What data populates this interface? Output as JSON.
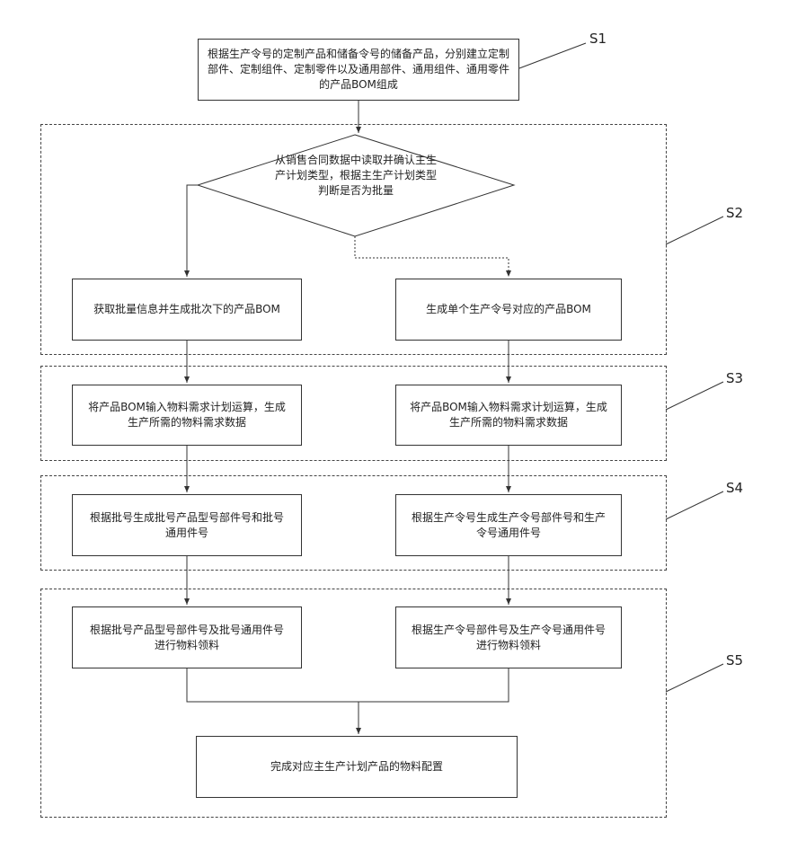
{
  "steps": {
    "s1": {
      "label": "S1",
      "text": "根据生产令号的定制产品和储备令号的储备产品，分别建立定制部件、定制组件、定制零件以及通用部件、通用组件、通用零件的产品BOM组成"
    },
    "s2": {
      "label": "S2",
      "decision": "从销售合同数据中读取并确认主生产计划类型，根据主生产计划类型判断是否为批量",
      "left": "获取批量信息并生成批次下的产品BOM",
      "right": "生成单个生产令号对应的产品BOM"
    },
    "s3": {
      "label": "S3",
      "left": "将产品BOM输入物料需求计划运算，生成生产所需的物料需求数据",
      "right": "将产品BOM输入物料需求计划运算，生成生产所需的物料需求数据"
    },
    "s4": {
      "label": "S4",
      "left": "根据批号生成批号产品型号部件号和批号通用件号",
      "right": "根据生产令号生成生产令号部件号和生产令号通用件号"
    },
    "s5": {
      "label": "S5",
      "left": "根据批号产品型号部件号及批号通用件号进行物料领料",
      "right": "根据生产令号部件号及生产令号通用件号进行物料领料",
      "final": "完成对应主生产计划产品的物料配置"
    }
  }
}
